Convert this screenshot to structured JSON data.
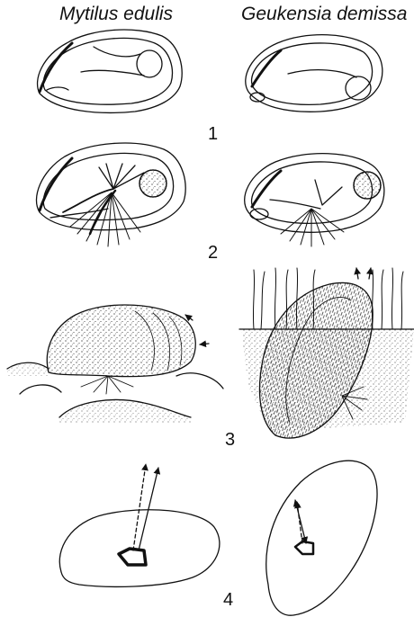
{
  "species": {
    "left": "Mytilus edulis",
    "right": "Geukensia demissa"
  },
  "panels": [
    {
      "number": "1"
    },
    {
      "number": "2"
    },
    {
      "number": "3"
    },
    {
      "number": "4"
    }
  ]
}
